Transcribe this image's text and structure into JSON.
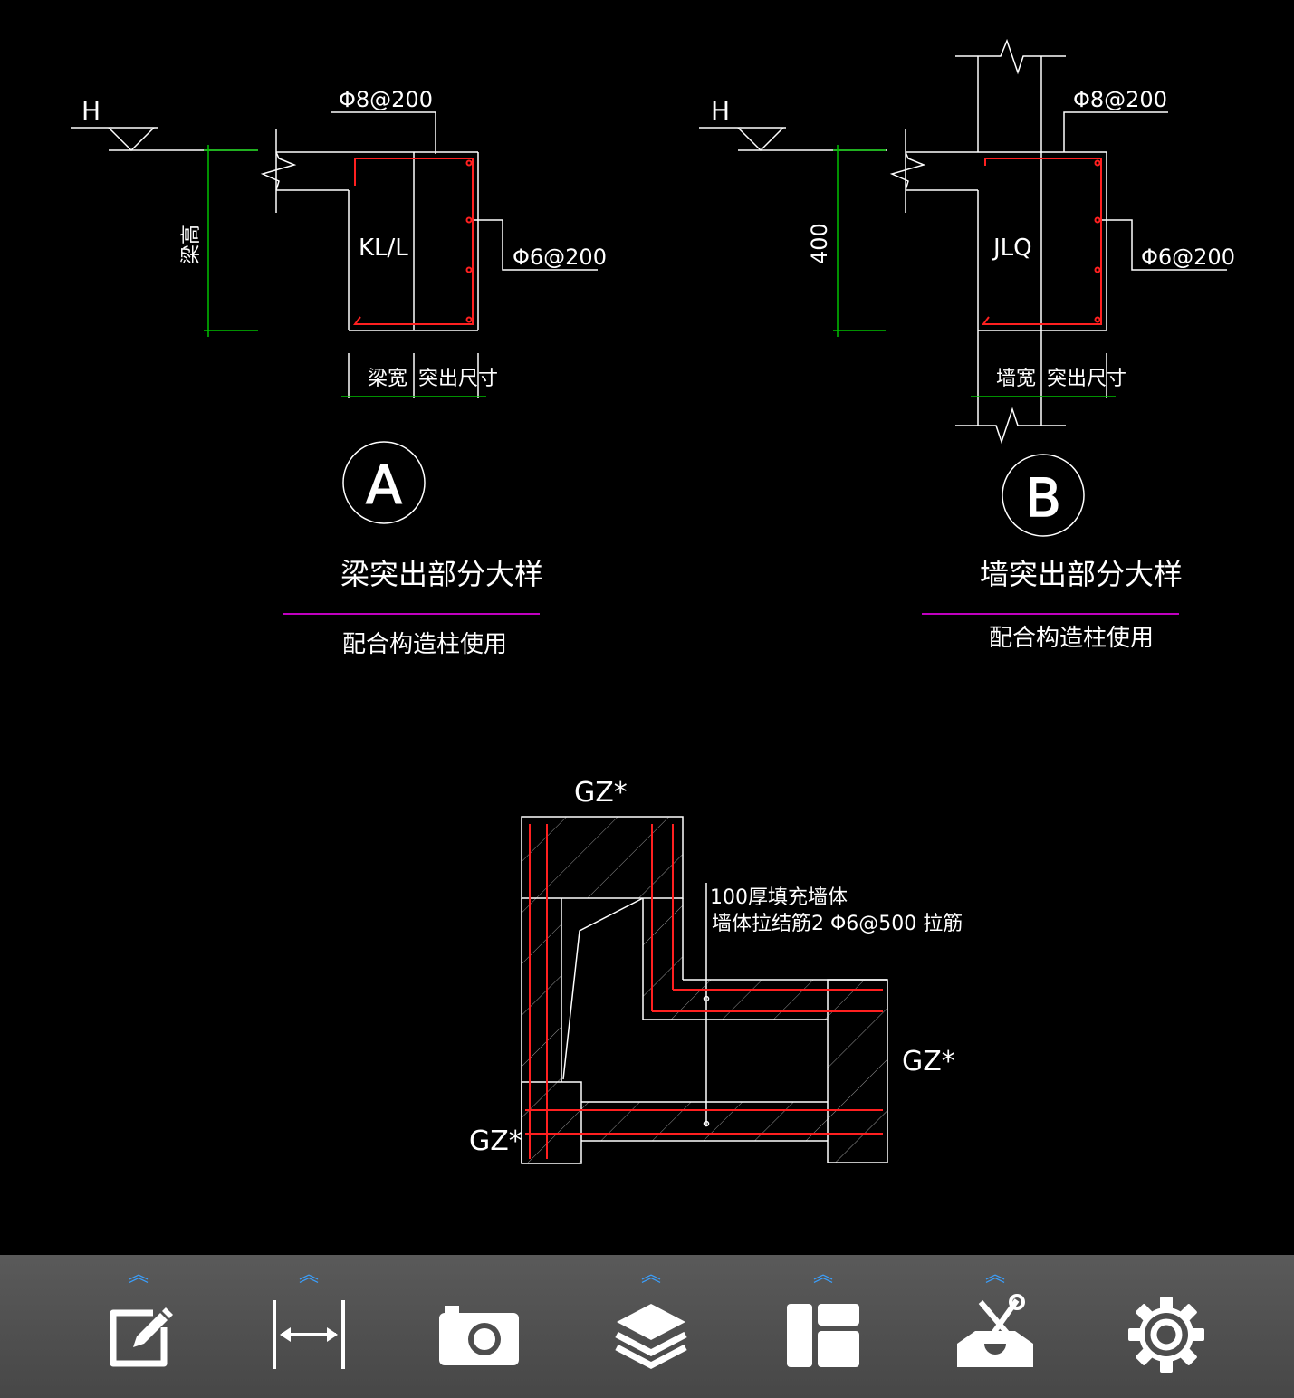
{
  "drawing": {
    "detail_a": {
      "elevation_mark": "H",
      "top_rebar": "Φ8@200",
      "stirrup": "Φ6@200",
      "section_label": "KL/L",
      "height_label": "梁高",
      "dim_left": "梁宽",
      "dim_right": "突出尺寸",
      "circle_label": "A",
      "title": "梁突出部分大样",
      "note": "配合构造柱使用"
    },
    "detail_b": {
      "elevation_mark": "H",
      "top_rebar": "Φ8@200",
      "stirrup": "Φ6@200",
      "section_label": "JLQ",
      "height_label": "400",
      "dim_left": "墙宽",
      "dim_right": "突出尺寸",
      "circle_label": "B",
      "title": "墙突出部分大样",
      "note": "配合构造柱使用"
    },
    "plan": {
      "gz_top": "GZ*",
      "gz_right": "GZ*",
      "gz_left": "GZ*",
      "note_line1": "100厚填充墙体",
      "note_line2": "墙体拉结筋2 Φ6@500 拉筋"
    }
  },
  "colors": {
    "background": "#000000",
    "line_white": "#ffffff",
    "rebar_red": "#ff2020",
    "dim_green": "#00c000",
    "title_underline": "#c000c0",
    "outline_yellow": "#e8e8a0",
    "toolbar": "#4d4d4d",
    "chevron": "#3aa0ff",
    "icon": "#ffffff"
  },
  "toolbar": {
    "items": [
      {
        "icon": "edit-icon",
        "has_menu": true
      },
      {
        "icon": "measure-icon",
        "has_menu": true
      },
      {
        "icon": "camera-icon",
        "has_menu": false
      },
      {
        "icon": "layers-icon",
        "has_menu": true
      },
      {
        "icon": "layout-icon",
        "has_menu": true
      },
      {
        "icon": "toolbox-icon",
        "has_menu": true
      },
      {
        "icon": "settings-icon",
        "has_menu": false
      }
    ]
  }
}
